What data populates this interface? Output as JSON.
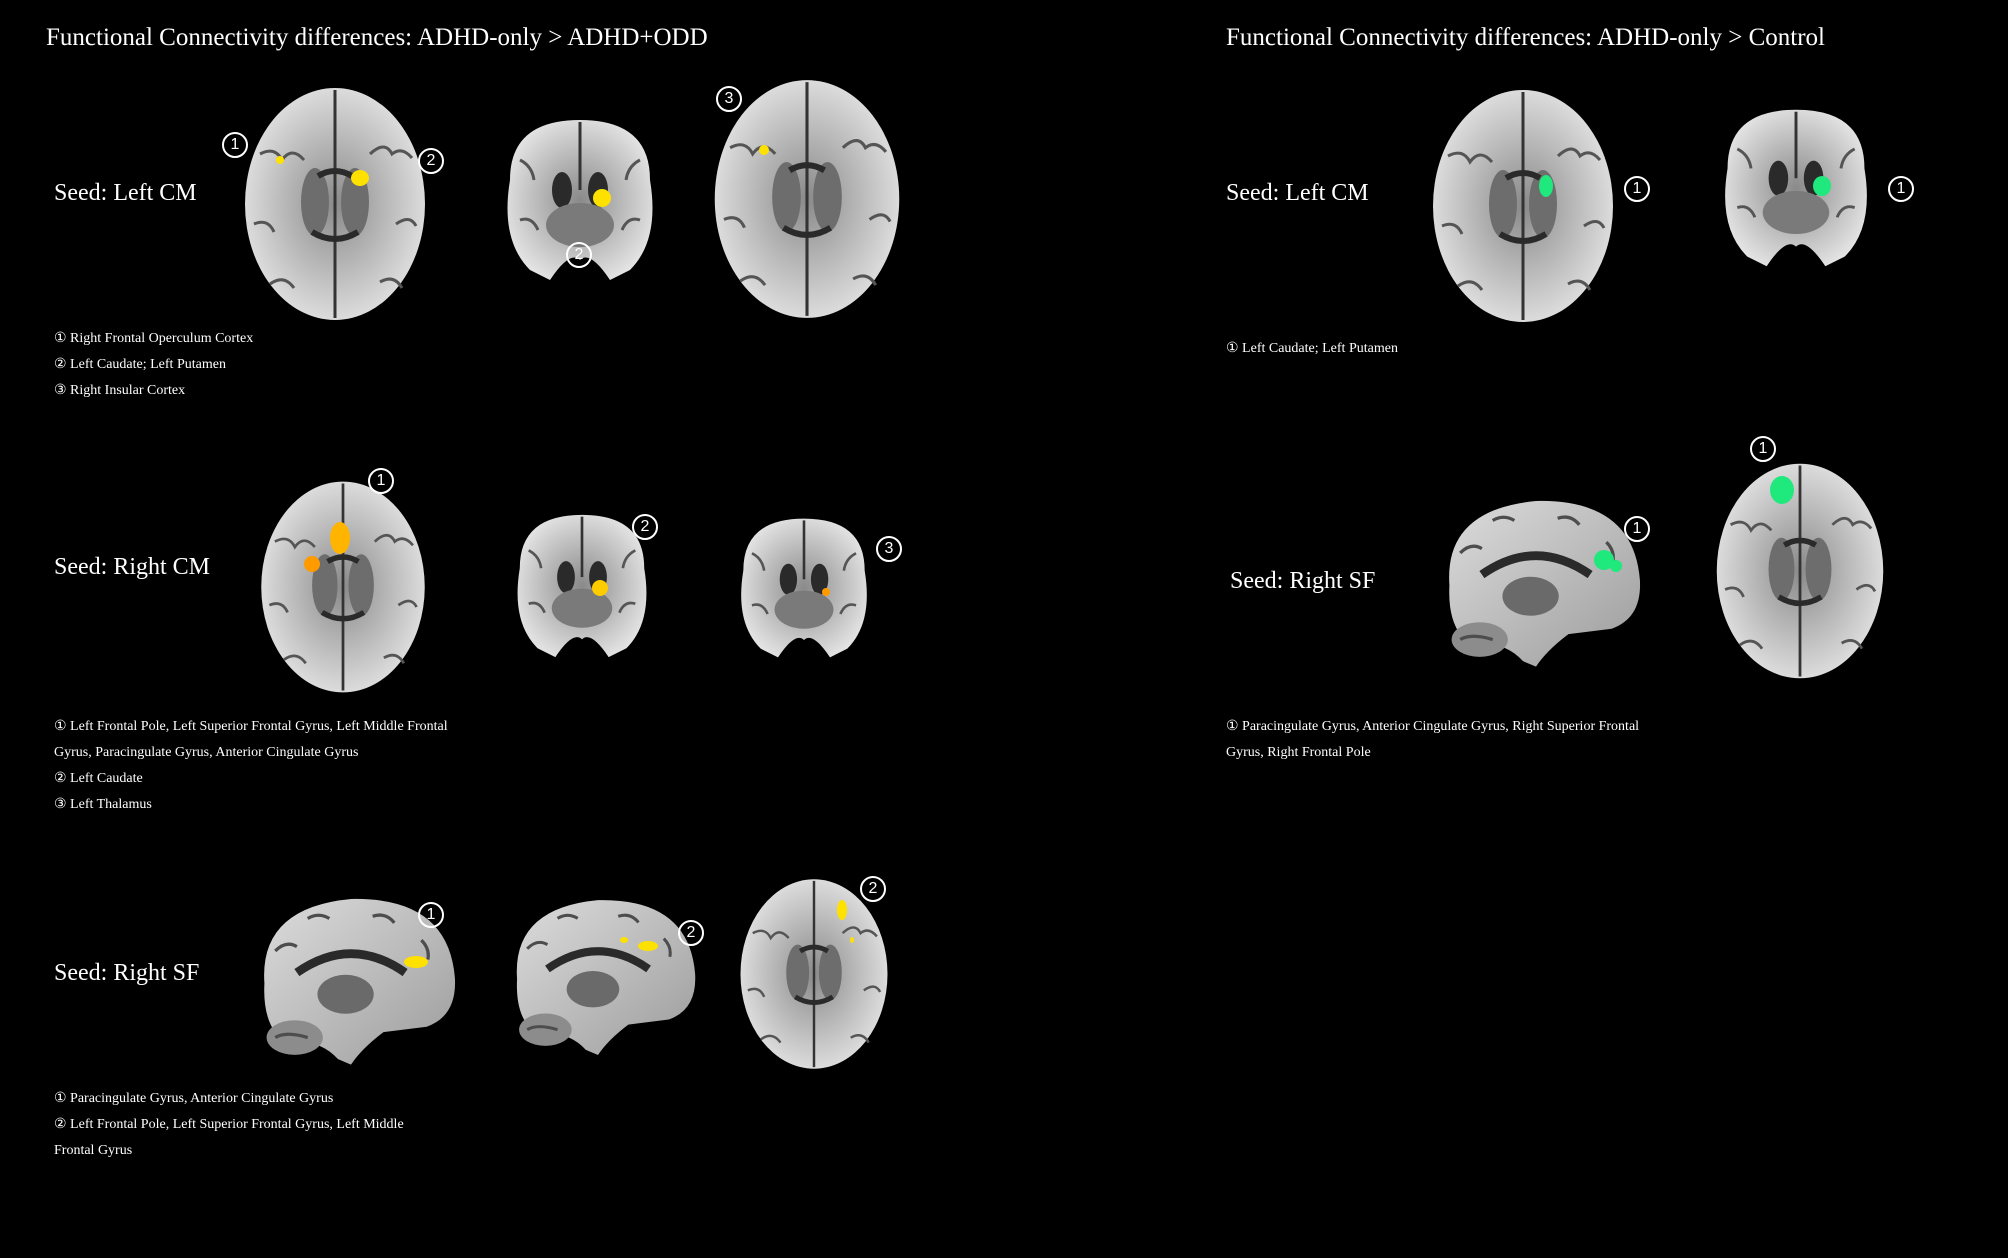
{
  "left_panel": {
    "title": "Functional Connectivity differences: ADHD-only > ADHD+ODD",
    "rows": [
      {
        "seed": "Seed: Left CM",
        "markers": [
          "1",
          "2",
          "2",
          "3"
        ],
        "legend": [
          "① Right Frontal Operculum Cortex",
          "② Left Caudate; Left Putamen",
          "③ Right Insular Cortex"
        ]
      },
      {
        "seed": "Seed: Right CM",
        "markers": [
          "1",
          "2",
          "3"
        ],
        "legend": [
          "① Left Frontal Pole, Left Superior Frontal Gyrus, Left Middle Frontal",
          "Gyrus, Paracingulate Gyrus, Anterior Cingulate Gyrus",
          "② Left Caudate",
          "③ Left Thalamus"
        ]
      },
      {
        "seed": "Seed: Right SF",
        "markers": [
          "1",
          "2",
          "2"
        ],
        "legend": [
          "① Paracingulate Gyrus, Anterior Cingulate Gyrus",
          "② Left Frontal Pole, Left Superior Frontal Gyrus, Left Middle",
          "Frontal Gyrus"
        ]
      }
    ]
  },
  "right_panel": {
    "title": "Functional Connectivity differences: ADHD-only > Control",
    "rows": [
      {
        "seed": "Seed: Left CM",
        "markers": [
          "1",
          "1"
        ],
        "legend": [
          "① Left Caudate; Left Putamen"
        ]
      },
      {
        "seed": "Seed: Right SF",
        "markers": [
          "1",
          "1"
        ],
        "legend": [
          "① Paracingulate Gyrus, Anterior Cingulate Gyrus, Right Superior Frontal",
          "Gyrus, Right Frontal Pole"
        ]
      }
    ]
  },
  "colors": {
    "highlight_yellow": "#ffe100",
    "highlight_orange": "#ff9a00",
    "highlight_green": "#1fe87d"
  }
}
